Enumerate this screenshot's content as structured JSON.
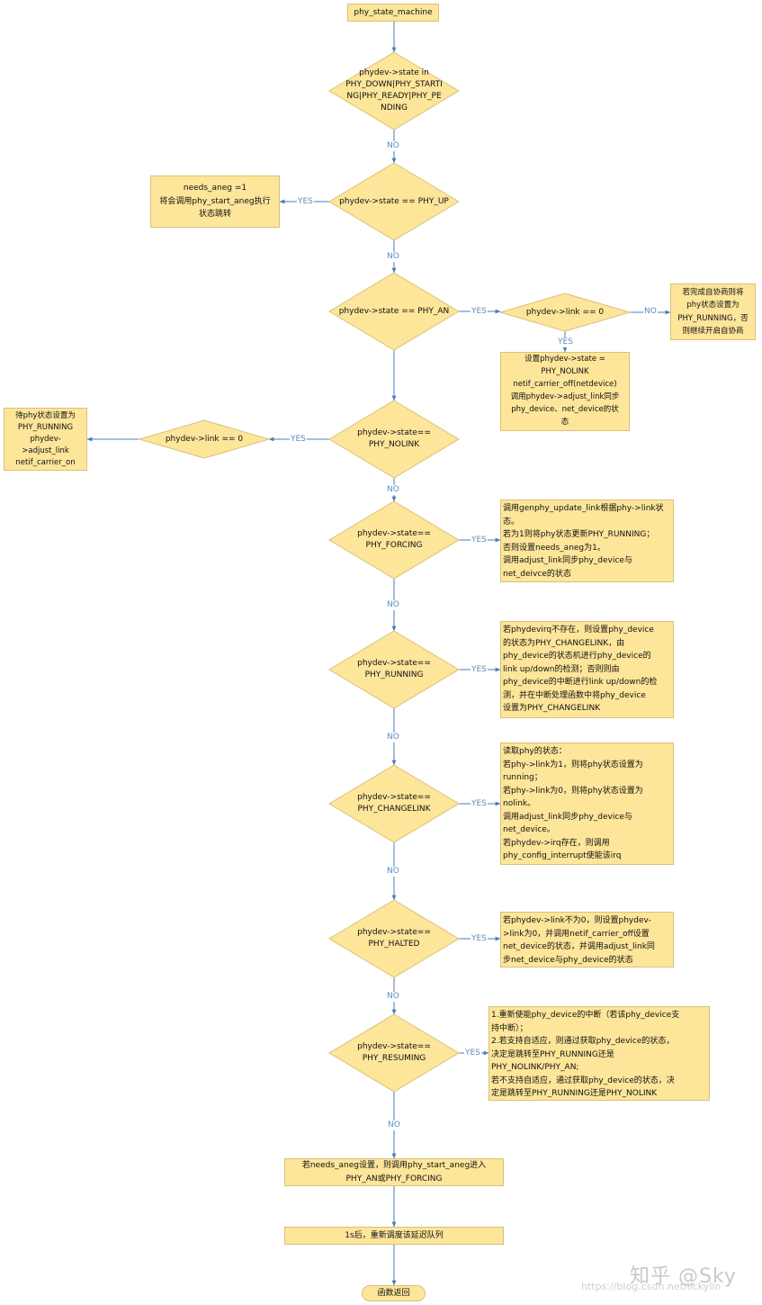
{
  "start": "phy_state_machine",
  "decisions": {
    "d1": [
      "phydev->state in",
      "PHY_DOWN|PHY_STARTI",
      "NG|PHY_READY|PHY_PE",
      "NDING"
    ],
    "d2": [
      "phydev->state == PHY_UP"
    ],
    "d3": [
      "phydev->state == PHY_AN"
    ],
    "d3_link": [
      "phydev->link == 0"
    ],
    "d4": [
      "phydev->state==",
      "PHY_NOLINK"
    ],
    "d4_link": [
      "phydev->link == 0"
    ],
    "d5": [
      "phydev->state==",
      "PHY_FORCING"
    ],
    "d6": [
      "phydev->state==",
      "PHY_RUNNING"
    ],
    "d7": [
      "phydev->state==",
      "PHY_CHANGELINK"
    ],
    "d8": [
      "phydev->state==",
      "PHY_HALTED"
    ],
    "d9": [
      "phydev->state==",
      "PHY_RESUMING"
    ]
  },
  "boxes": {
    "up_action": [
      "needs_aneg =1",
      "将会调用phy_start_aneg执行",
      "状态跳转"
    ],
    "an_done": [
      "若完成自协商则将",
      "phy状态设置为",
      "PHY_RUNNING，否",
      "则继续开启自协商"
    ],
    "an_nolink": [
      "设置phydev->state =",
      "PHY_NOLINK",
      "netif_carrier_off(netdevice)",
      "调用phydev->adjust_link同步",
      "phy_device、net_device的状",
      "态"
    ],
    "nolink_action": [
      "待phy状态设置为",
      "PHY_RUNNING",
      "phydev-",
      ">adjust_link",
      "netif_carrier_on"
    ],
    "forcing_action": [
      "调用genphy_update_link根据phy->link状",
      "态。",
      "若为1则将phy状态更新PHY_RUNNING；",
      "否则设置needs_aneg为1。",
      "调用adjust_link同步phy_device与",
      "net_deivce的状态"
    ],
    "running_action": [
      "若phydevirq不存在，则设置phy_device",
      "的状态为PHY_CHANGELINK，由",
      "phy_device的状态机进行phy_device的",
      "link up/down的检测；否则则由",
      "phy_device的中断进行link up/down的检",
      "测，并在中断处理函数中将phy_device",
      "设置为PHY_CHANGELINK"
    ],
    "changelink_action": [
      "读取phy的状态：",
      "若phy->link为1，则将phy状态设置为",
      "running；",
      "若phy->link为0，则将phy状态设置为",
      "nolink。",
      "调用adjust_link同步phy_device与",
      "net_device。",
      "若phydev->irq存在，则调用",
      "phy_config_interrupt使能该irq"
    ],
    "halted_action": [
      "若phydev->link不为0，则设置phydev-",
      ">link为0，并调用netif_carrier_off设置",
      "net_device的状态，并调用adjust_link同",
      "步net_device与phy_device的状态"
    ],
    "resuming_action": [
      "1.重新使能phy_device的中断（若该phy_device支",
      "持中断）；",
      "2.若支持自适应，则通过获取phy_device的状态，",
      "决定是跳转至PHY_RUNNING还是",
      "PHY_NOLINK/PHY_AN;",
      "若不支持自适应，通过获取phy_device的状态，决",
      "定是跳转至PHY_RUNNING还是PHY_NOLINK"
    ],
    "aneg": [
      "若needs_aneg设置，则调用phy_start_aneg进入",
      "PHY_AN或PHY_FORCING"
    ],
    "requeue": [
      "1s后，重新调度该延迟队列"
    ],
    "end": "函数返回"
  },
  "edge_labels": {
    "yes": "YES",
    "no": "NO"
  },
  "watermark": {
    "text": "知乎 @Sky",
    "url": "https://blog.csdn.net/lickylin"
  }
}
